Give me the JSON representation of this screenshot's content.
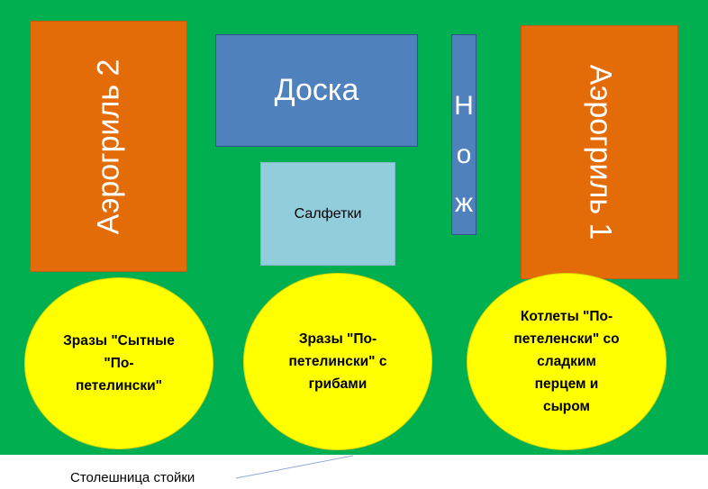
{
  "zones": {
    "air_grill_2": "Аэрогриль 2",
    "air_grill_1": "Аэрогриль 1",
    "board": "Доска",
    "napkins": "Салфетки",
    "knife_letters": [
      "Н",
      "о",
      "ж"
    ]
  },
  "dishes": {
    "left": "Зразы \"Сытные\n\"По-\nпетелински\"",
    "middle": "Зразы \"По-\nпетелински\" с\nгрибами",
    "right": "Котлеты \"По-\nпетеленски\" со\nсладким\nперцем и\nсыром"
  },
  "caption": "Столешница стойки",
  "colors": {
    "counter": "#00b050",
    "grill": "#e36c09",
    "board": "#4f81bd",
    "napkins": "#92cddc",
    "dish": "#ffff00",
    "leader_line": "#8eaadb"
  }
}
